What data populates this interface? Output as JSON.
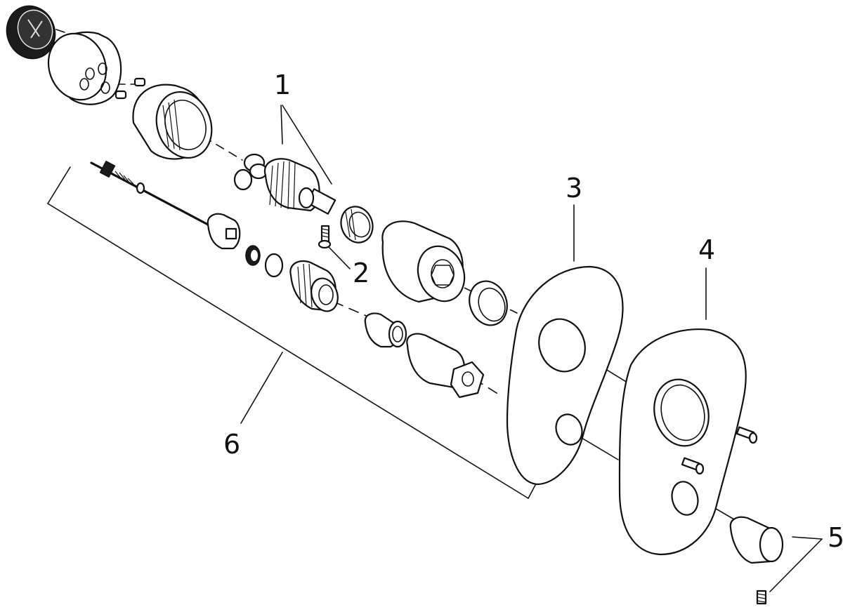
{
  "diagram": {
    "callouts": [
      {
        "id": "1",
        "text": "1"
      },
      {
        "id": "2",
        "text": "2"
      },
      {
        "id": "3",
        "text": "3"
      },
      {
        "id": "4",
        "text": "4"
      },
      {
        "id": "5",
        "text": "5"
      },
      {
        "id": "6",
        "text": "6"
      }
    ]
  }
}
